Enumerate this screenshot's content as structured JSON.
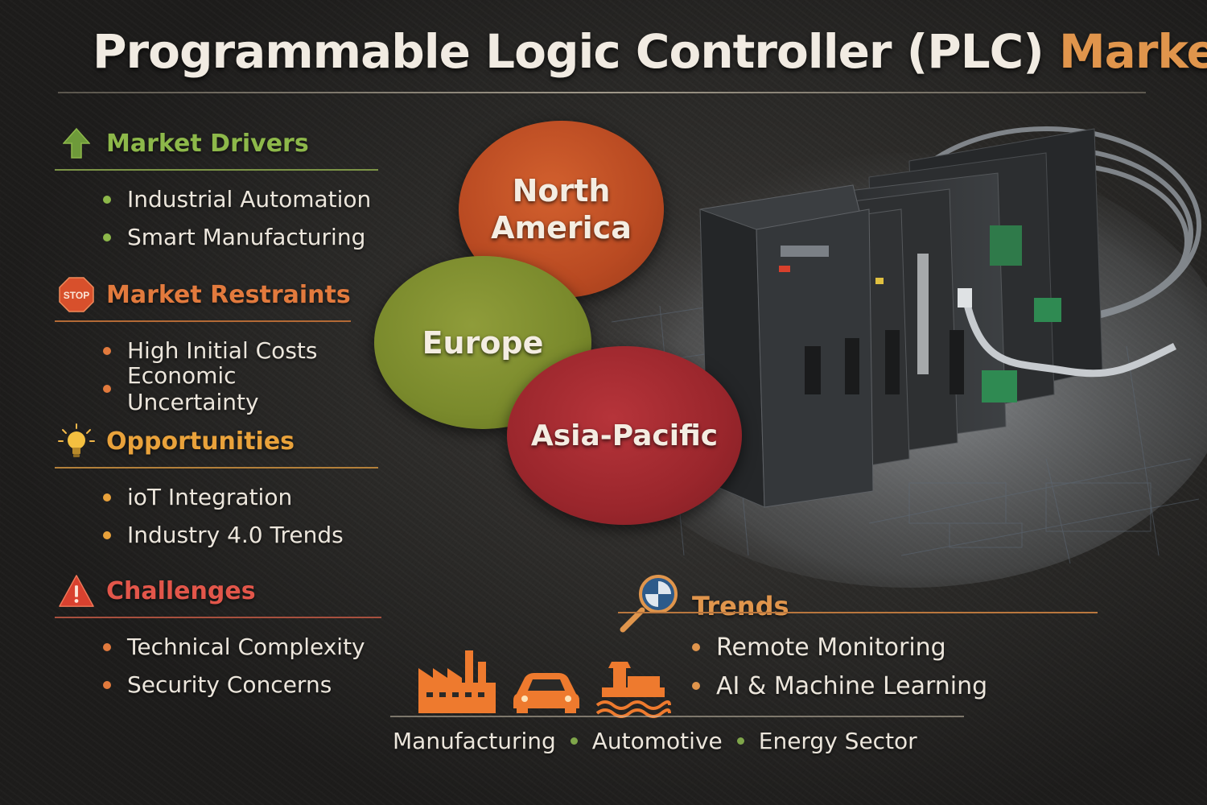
{
  "title": {
    "main": "Programmable Logic Controller (PLC)",
    "accent": "Market"
  },
  "colors": {
    "drivers": "#8db84a",
    "restraints": "#e27a3d",
    "opportunities": "#e9a23b",
    "challenges": "#e2564a",
    "trends": "#e0954c",
    "industry_icons": "#ee7a2e"
  },
  "sections": [
    {
      "label": "Market Drivers",
      "icon": "arrow-up-icon",
      "items": [
        "Industrial Automation",
        "Smart Manufacturing"
      ]
    },
    {
      "label": "Market Restraints",
      "icon": "stop-sign-icon",
      "icon_text": "STOP",
      "items": [
        "High Initial Costs",
        "Economic Uncertainty"
      ]
    },
    {
      "label": "Opportunities",
      "icon": "lightbulb-icon",
      "items": [
        "ioT Integration",
        "Industry 4.0 Trends"
      ]
    },
    {
      "label": "Challenges",
      "icon": "warning-triangle-icon",
      "items": [
        "Technical Complexity",
        "Security Concerns"
      ]
    }
  ],
  "regions": {
    "north_america_line1": "North",
    "north_america_line2": "America",
    "europe": "Europe",
    "asia_pacific": "Asia-Pacific"
  },
  "trends": {
    "label": "Trends",
    "icon": "magnifier-icon",
    "items": [
      "Remote Monitoring",
      "AI & Machine Learning"
    ]
  },
  "industries": {
    "icons": [
      "factory-icon",
      "car-icon",
      "energy-plant-icon"
    ],
    "labels": [
      "Manufacturing",
      "Automotive",
      "Energy Sector"
    ]
  }
}
